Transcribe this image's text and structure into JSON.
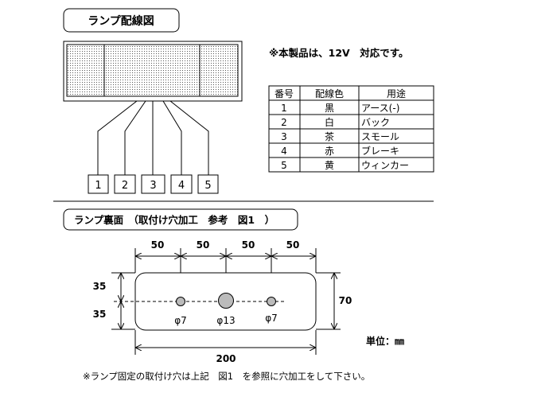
{
  "wiring": {
    "title": "ランプ配線図",
    "note": "※本製品は、12V　対応です。",
    "terminals": [
      "1",
      "2",
      "3",
      "4",
      "5"
    ]
  },
  "table": {
    "headers": [
      "番号",
      "配線色",
      "用途"
    ],
    "rows": [
      [
        "1",
        "黒",
        "アース(-)"
      ],
      [
        "2",
        "白",
        "バック"
      ],
      [
        "3",
        "茶",
        "スモール"
      ],
      [
        "4",
        "赤",
        "ブレーキ"
      ],
      [
        "5",
        "黄",
        "ウィンカー"
      ]
    ]
  },
  "back": {
    "title": "ランプ裏面　（取付け穴加工　参考　図1　）",
    "top_dims": [
      "50",
      "50",
      "50",
      "50"
    ],
    "left_dims": [
      "35",
      "35"
    ],
    "height_dim": "70",
    "width_dim": "200",
    "holes": [
      "φ7",
      "φ13",
      "φ7"
    ],
    "unit": "単位：㎜",
    "footnote": "※ランプ固定の取付け穴は上記　図1　を参照に穴加工をして下さい。"
  }
}
